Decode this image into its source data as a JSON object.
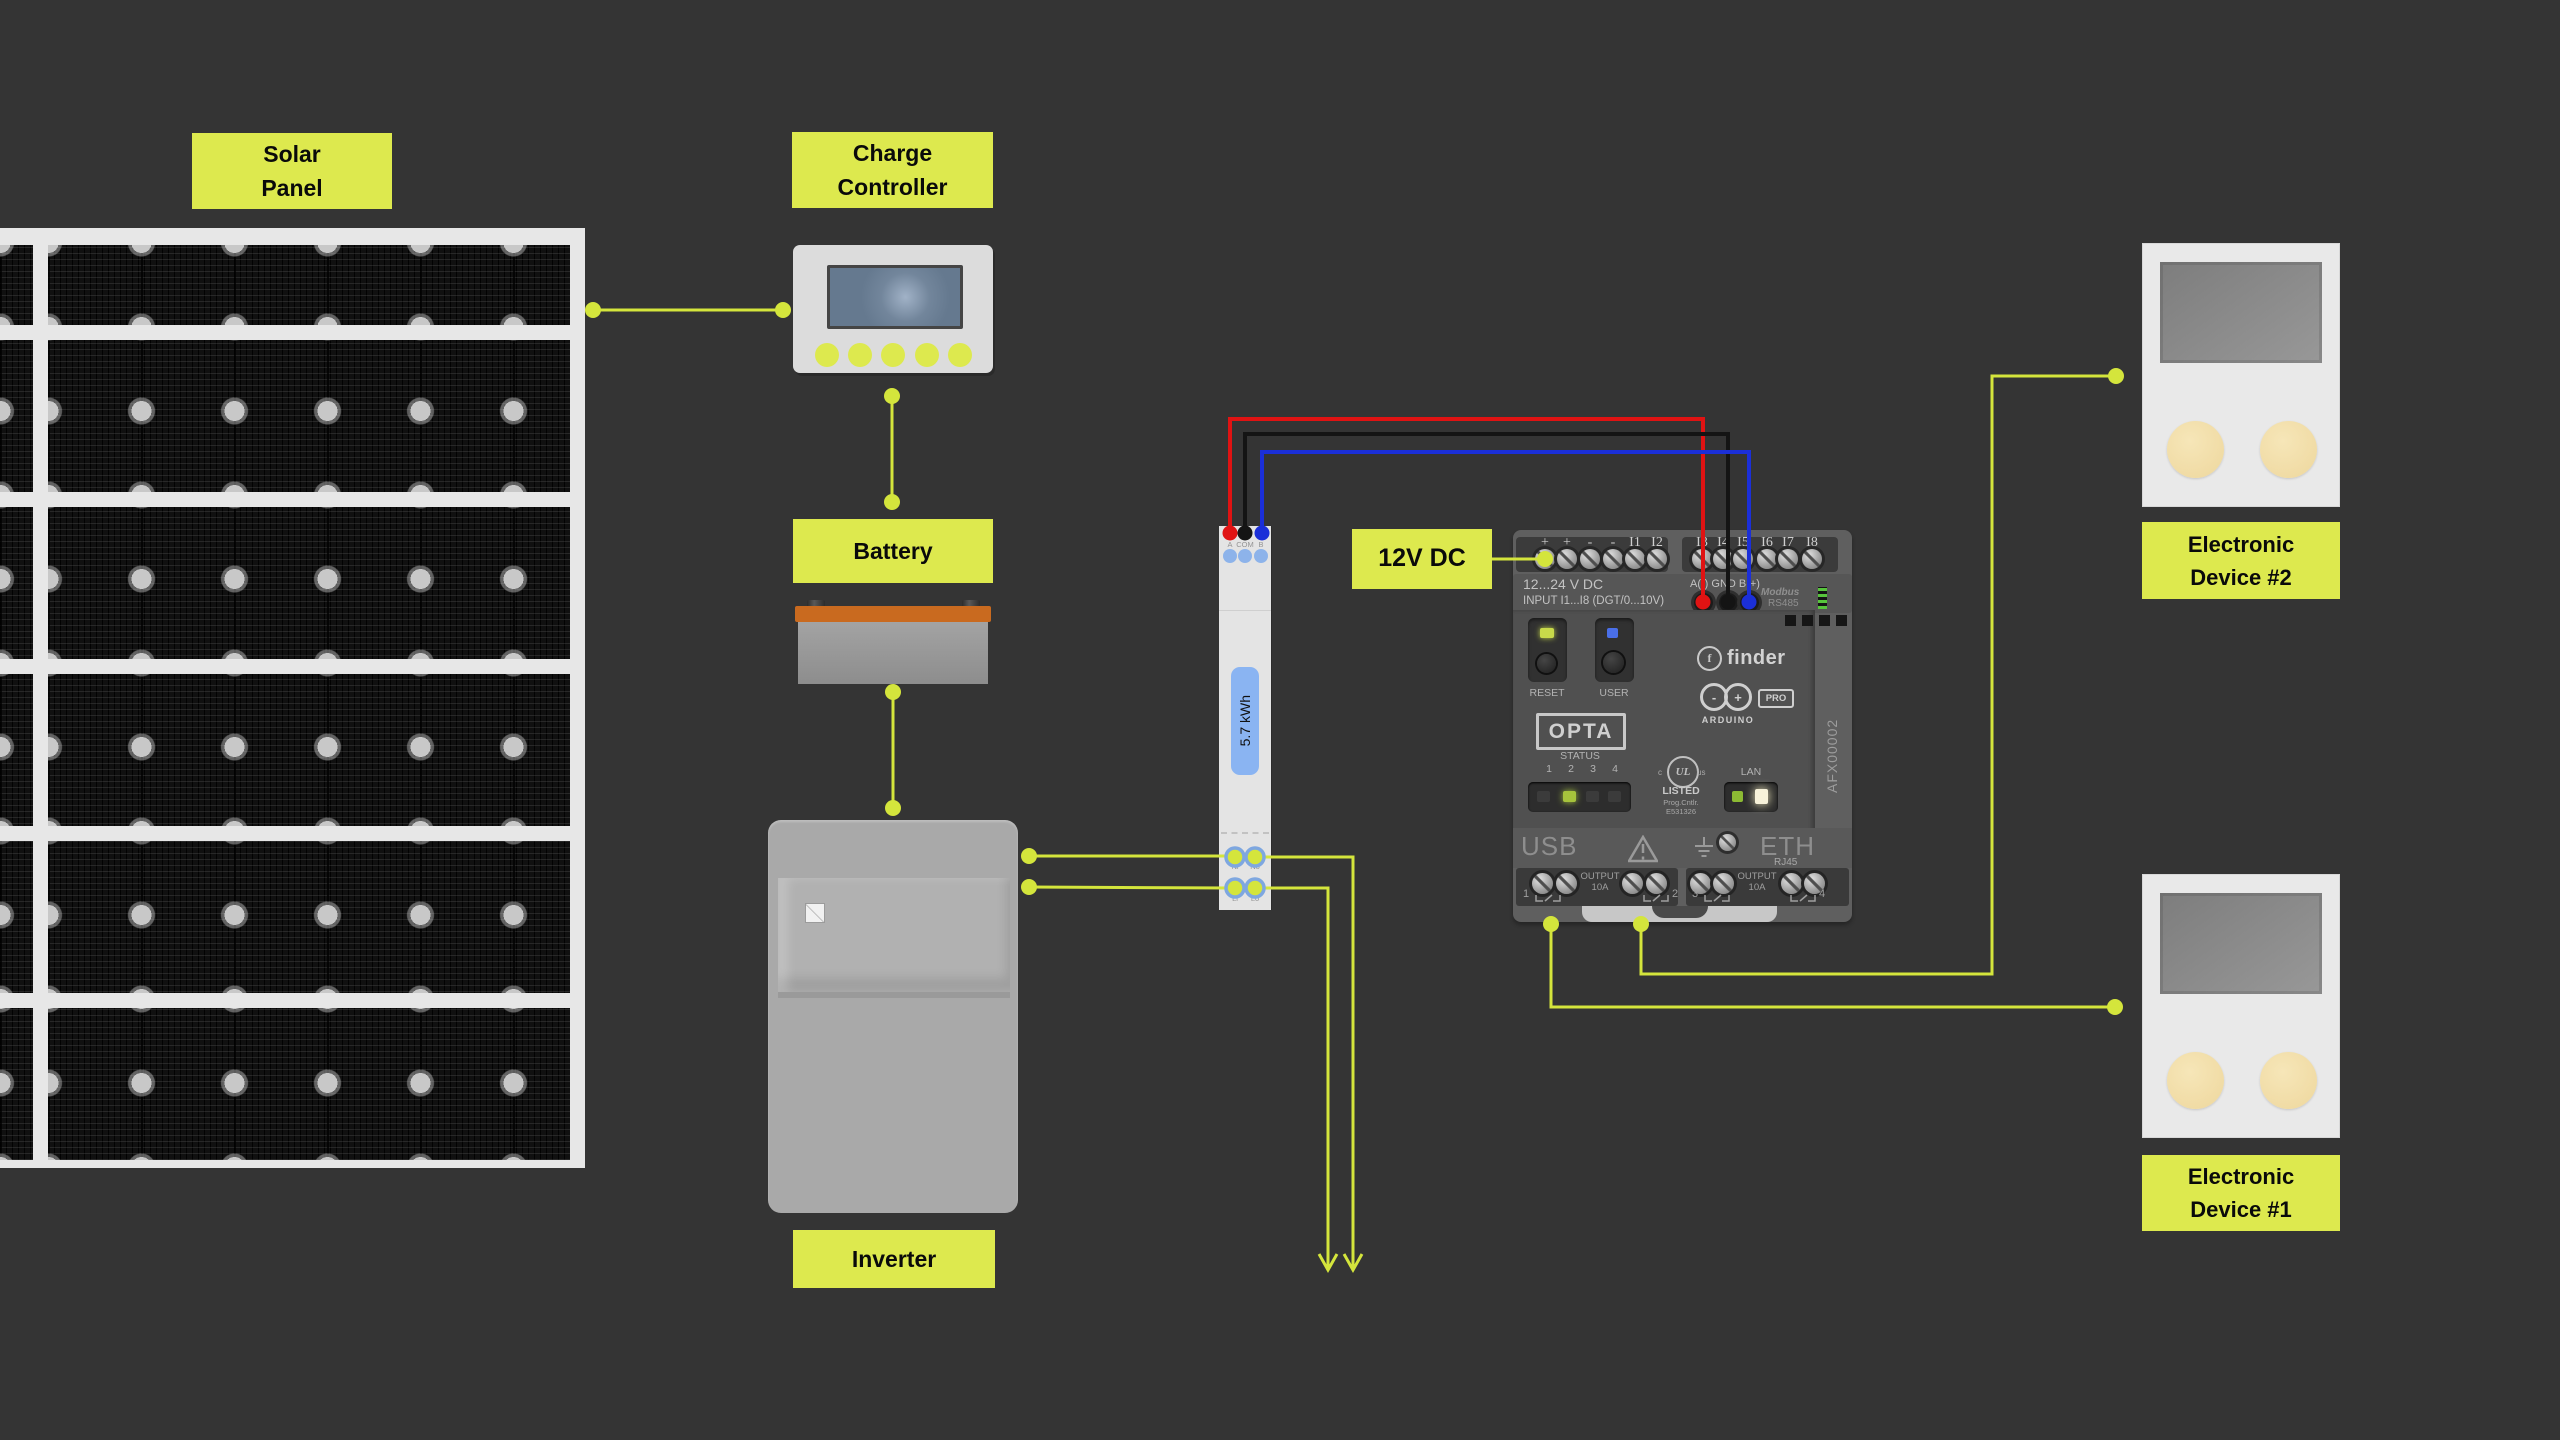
{
  "colors": {
    "background": "#343434",
    "label_bg": "#dde94e",
    "label_text": "#0a0a0a",
    "wire": "#d4e53c",
    "wire_red": "#e01313",
    "wire_black": "#141414",
    "wire_blue": "#1b2fd8",
    "meter_screen": "#8ab4f2",
    "terminal_ring": "#7ea7e0",
    "led_green": "#a6c33c"
  },
  "labels": {
    "solar_panel": {
      "line1": "Solar",
      "line2": "Panel"
    },
    "charge_controller": {
      "line1": "Charge",
      "line2": "Controller"
    },
    "battery": "Battery",
    "inverter": "Inverter",
    "supply": "12V DC",
    "device2": {
      "line1": "Electronic",
      "line2": "Device #2"
    },
    "device1": {
      "line1": "Electronic",
      "line2": "Device #1"
    }
  },
  "meter": {
    "reading": "5.7 kWh",
    "top_terminals": [
      "A",
      "COM",
      "B"
    ],
    "bottom_terminals": [
      "Ni",
      "No",
      "Li",
      "Lo"
    ]
  },
  "plc": {
    "power_terminals": [
      "+",
      "+",
      "-",
      "-",
      "I1",
      "I2"
    ],
    "input_terminals": [
      "I3",
      "I4",
      "I5",
      "I6",
      "I7",
      "I8"
    ],
    "voltage_label": "12...24 V DC",
    "input_label": "INPUT I1...I8 (DGT/0...10V)",
    "rs485_terminals": "A(-) GND B(+)",
    "modbus_line1": "Modbus",
    "modbus_line2": "RS485",
    "reset_label": "RESET",
    "user_label": "USER",
    "brand_mark": "f",
    "brand": "finder",
    "arduino_label": "ARDUINO",
    "arduino_minus": "-",
    "arduino_plus": "+",
    "pro_label": "PRO",
    "model": "OPTA",
    "status_label": "STATUS",
    "status_numbers": [
      "1",
      "2",
      "3",
      "4"
    ],
    "ul_label": "UL",
    "ul_c": "c",
    "ul_us": "us",
    "listed_label": "LISTED",
    "prog_label": "Prog.Cntlr.",
    "cert_number": "E531326",
    "lan_label": "LAN",
    "usb_label": "USB",
    "eth_label": "ETH",
    "rj45_label": "RJ45",
    "output_label": "OUTPUT",
    "output_amps": "10A",
    "output_numbers": [
      "1",
      "2",
      "3",
      "4"
    ],
    "part_number": "AFX00002"
  }
}
